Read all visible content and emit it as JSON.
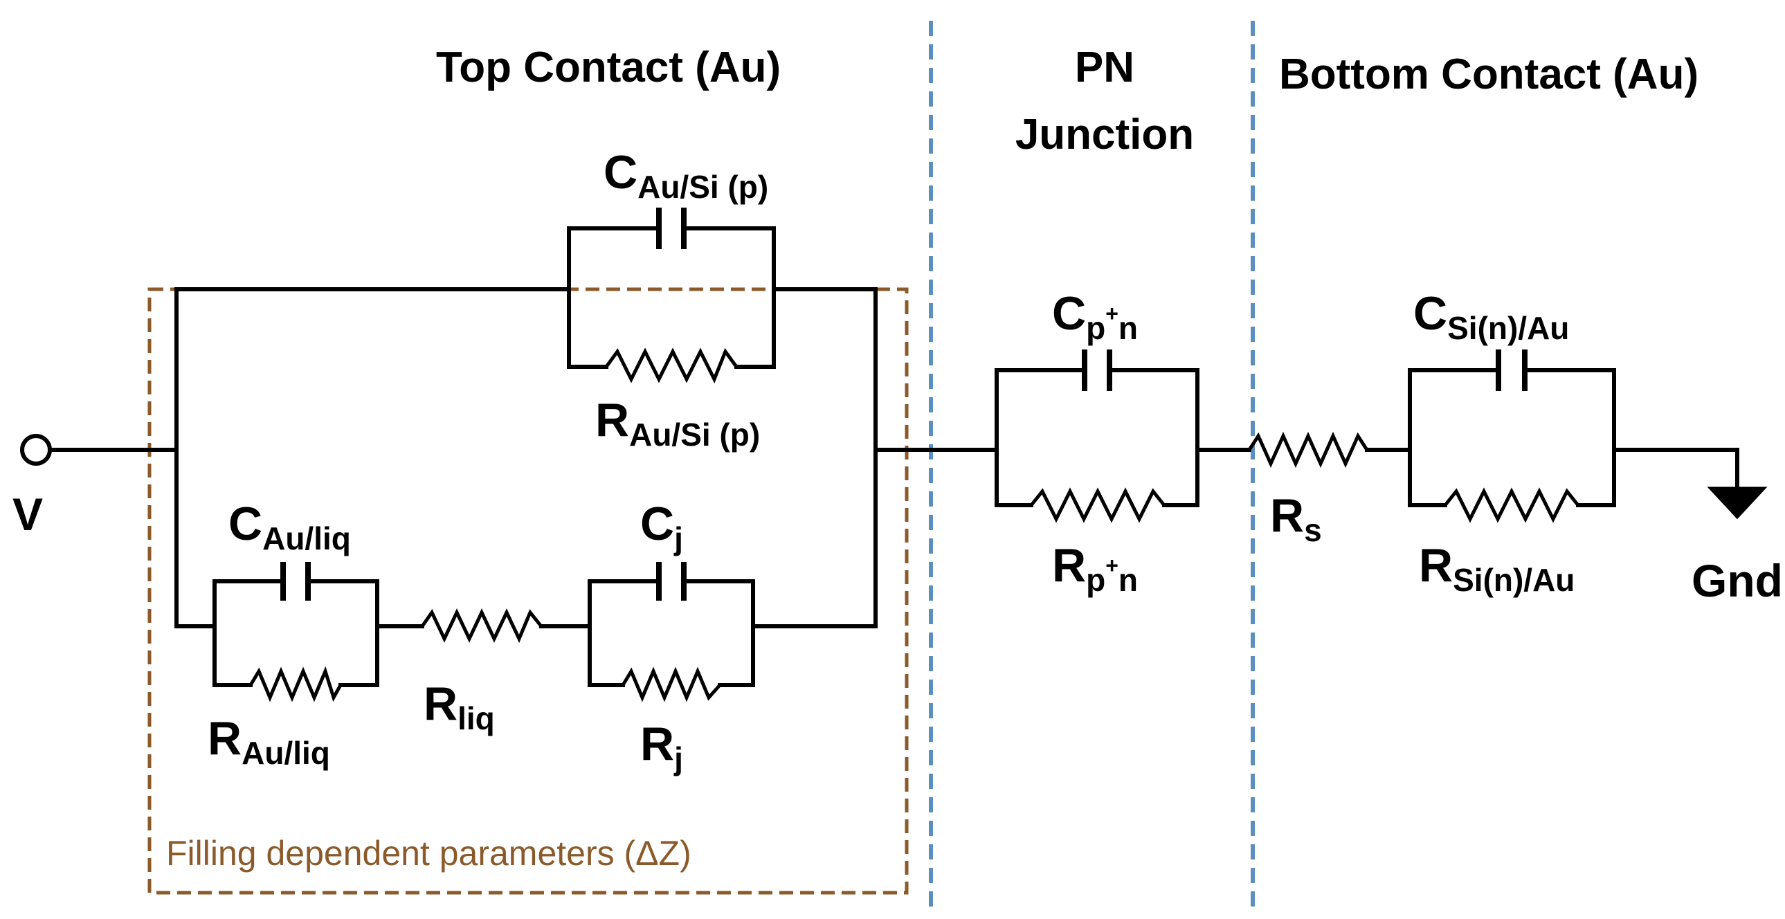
{
  "sections": {
    "top_contact": "Top Contact (Au)",
    "pn_line1": "PN",
    "pn_line2": "Junction",
    "bottom_contact": "Bottom Contact (Au)"
  },
  "terminals": {
    "v": "V",
    "gnd": "Gnd"
  },
  "filling_box": {
    "label": "Filling dependent parameters (ΔZ)"
  },
  "labels": {
    "c_au_si_p": {
      "main": "C",
      "sub": "Au/Si (p)"
    },
    "r_au_si_p": {
      "main": "R",
      "sub": "Au/Si (p)"
    },
    "c_au_liq": {
      "main": "C",
      "sub": "Au/liq"
    },
    "r_au_liq": {
      "main": "R",
      "sub": "Au/liq"
    },
    "r_liq": {
      "main": "R",
      "sub": "liq"
    },
    "c_j": {
      "main": "C",
      "sub": "j"
    },
    "r_j": {
      "main": "R",
      "sub": "j"
    },
    "c_pn": {
      "main": "C",
      "sub_a": "p",
      "sup": "+",
      "sub_b": "n"
    },
    "r_pn": {
      "main": "R",
      "sub_a": "p",
      "sup": "+",
      "sub_b": "n"
    },
    "r_s": {
      "main": "R",
      "sub": "s"
    },
    "c_si_n_au": {
      "main": "C",
      "sub": "Si(n)/Au"
    },
    "r_si_n_au": {
      "main": "R",
      "sub": "Si(n)/Au"
    }
  },
  "colors": {
    "wire": "#000000",
    "divider": "#5b8fbf",
    "filling_box": "#8b5a2b",
    "filling_text": "#8b5a2b"
  }
}
